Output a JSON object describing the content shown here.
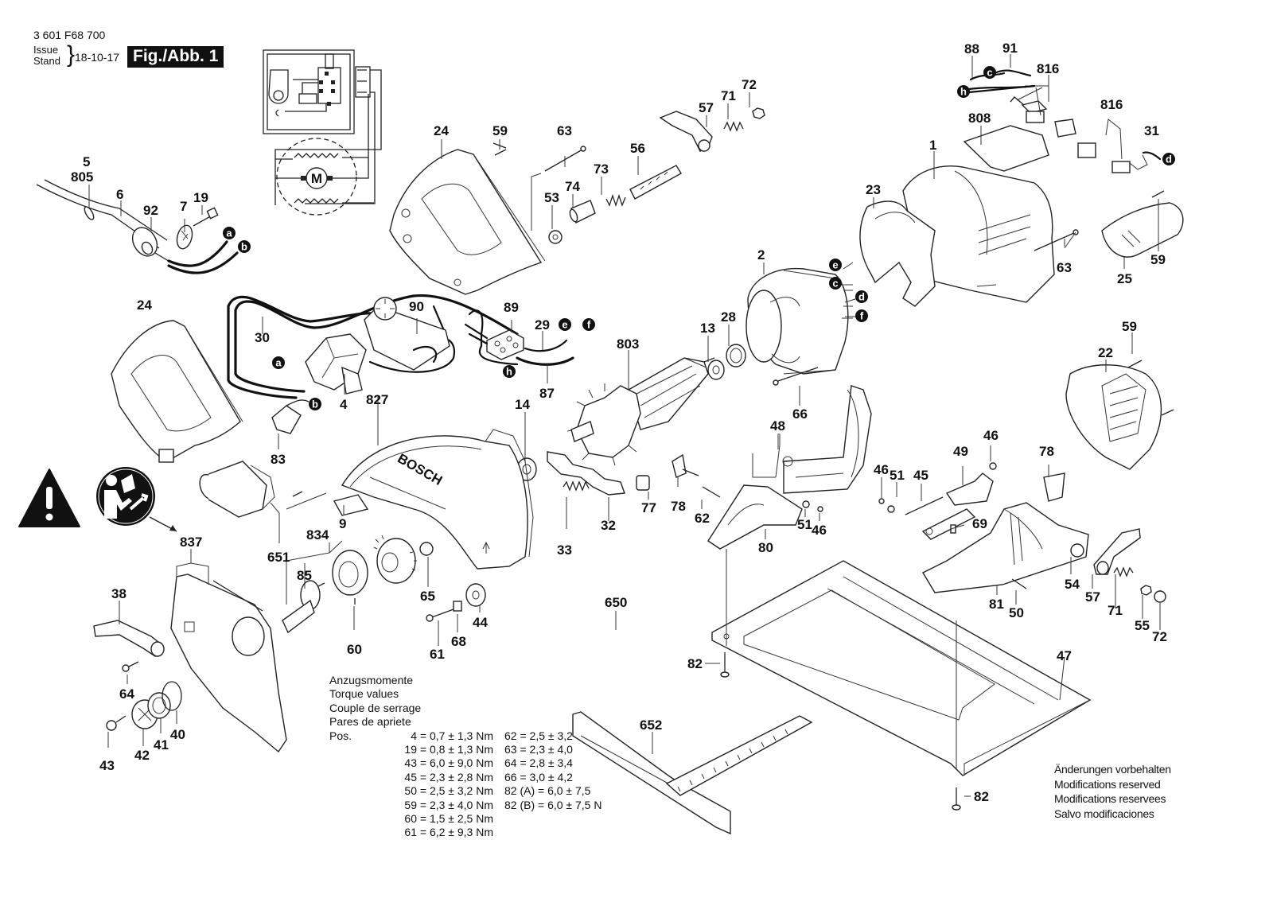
{
  "header": {
    "part_number": "3 601 F68 700",
    "issue_label": "Issue",
    "stand_label": "Stand",
    "date": "18-10-17",
    "figure_label": "Fig./Abb. 1"
  },
  "part_labels": {
    "p1": "1",
    "p2": "2",
    "p5": "5",
    "p805": "805",
    "p6": "6",
    "p92": "92",
    "p7": "7",
    "p19": "19",
    "p24a": "24",
    "p24b": "24",
    "p59a": "59",
    "p59b": "59",
    "p59c": "59",
    "p63a": "63",
    "p63b": "63",
    "p53": "53",
    "p74": "74",
    "p73": "73",
    "p56": "56",
    "p57a": "57",
    "p57b": "57",
    "p71a": "71",
    "p71b": "71",
    "p72a": "72",
    "p72b": "72",
    "p88": "88",
    "p91": "91",
    "p816a": "816",
    "p816b": "816",
    "p808": "808",
    "p31": "31",
    "p23": "23",
    "p25": "25",
    "p30": "30",
    "p90": "90",
    "p89": "89",
    "p29": "29",
    "p87": "87",
    "p4": "4",
    "p83": "83",
    "p827": "827",
    "p13": "13",
    "p28": "28",
    "p803": "803",
    "p66": "66",
    "p14": "14",
    "p22": "22",
    "p48": "48",
    "p46a": "46",
    "p46b": "46",
    "p46c": "46",
    "p51a": "51",
    "p51b": "51",
    "p45": "45",
    "p49": "49",
    "p78a": "78",
    "p78b": "78",
    "p69": "69",
    "p62": "62",
    "p80": "80",
    "p77": "77",
    "p32": "32",
    "p33": "33",
    "p9": "9",
    "p651": "651",
    "p834": "834",
    "p85": "85",
    "p65": "65",
    "p44": "44",
    "p68": "68",
    "p61": "61",
    "p60": "60",
    "p837": "837",
    "p38": "38",
    "p64": "64",
    "p43": "43",
    "p42": "42",
    "p41": "41",
    "p40": "40",
    "p650": "650",
    "p82a": "82",
    "p82b": "82",
    "p47": "47",
    "p652": "652",
    "p54": "54",
    "p81": "81",
    "p50": "50",
    "p55": "55"
  },
  "connectors": {
    "a1": "a",
    "b1": "b",
    "a2": "a",
    "b2": "b",
    "c1": "c",
    "c2": "c",
    "d1": "d",
    "d2": "d",
    "e1": "e",
    "e2": "e",
    "f1": "f",
    "f2": "f",
    "h1": "h",
    "h2": "h"
  },
  "housing_brand": "BOSCH",
  "motor_symbol": "M",
  "torque": {
    "title_lines": [
      "Anzugsmomente",
      "Torque values",
      "Couple de serrage",
      "Pares de apriete"
    ],
    "pos_label": "Pos.",
    "col_a": [
      "4 = 0,7 ± 1,3 Nm",
      "19 = 0,8 ± 1,3 Nm",
      "43 = 6,0 ± 9,0 Nm",
      "45 = 2,3 ± 2,8 Nm",
      "50 = 2,5 ± 3,2 Nm",
      "59 = 2,3 ± 4,0 Nm",
      "60 = 1,5 ± 2,5 Nm",
      "61 = 6,2 ± 9,3 Nm"
    ],
    "col_b": [
      "62 = 2,5 ± 3,2",
      "63 = 2,3 ± 4,0",
      "64 = 2,8 ± 3,4",
      "66 = 3,0 ± 4,2",
      "82 (A) = 6,0 ± 7,5",
      "82 (B) = 6,0 ± 7,5 N"
    ]
  },
  "notice": [
    "Änderungen vorbehalten",
    "Modifications reserved",
    "Modifications reservees",
    "Salvo modificaciones"
  ],
  "symbols": {
    "warning": "warning-triangle",
    "manual": "read-manual"
  }
}
